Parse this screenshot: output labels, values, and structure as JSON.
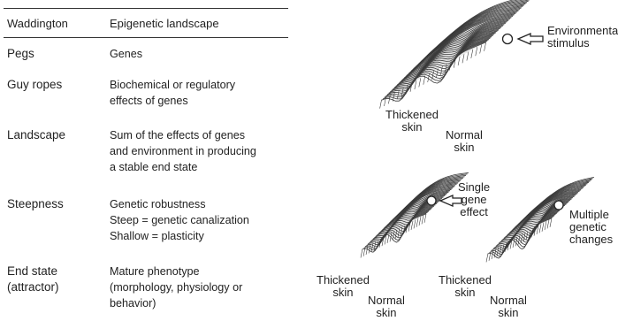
{
  "table": {
    "headers": [
      "Waddington",
      "Epigenetic landscape"
    ],
    "rows": [
      {
        "term": "Pegs",
        "meaning": "Genes"
      },
      {
        "term": "Guy ropes",
        "meaning": "Biochemical or regulatory\neffects of genes"
      },
      {
        "term": "Landscape",
        "meaning": "Sum of the effects of genes\nand environment in producing\na stable end state"
      },
      {
        "term": "Steepness",
        "meaning": "Genetic robustness\nSteep = genetic canalization\nShallow = plasticity"
      },
      {
        "term": "End state\n(attractor)",
        "meaning": "Mature phenotype\n(morphology, physiology or\nbehavior)"
      }
    ]
  },
  "figure": {
    "top": {
      "stimulus": "Environmental\nstimulus",
      "left_basin": "Thickened\nskin",
      "right_basin": "Normal\nskin"
    },
    "bottom_left": {
      "effect": "Single\ngene\neffect",
      "left_basin": "Thickened\nskin",
      "right_basin": "Normal\nskin"
    },
    "bottom_right": {
      "effect": "Multiple\ngenetic\nchanges",
      "left_basin": "Thickened\nskin",
      "right_basin": "Normal\nskin"
    }
  },
  "colors": {
    "text": "#222222",
    "rule": "#333333",
    "surface_line": "#3a3a3a",
    "surface_fill": "#e6e6e6"
  }
}
